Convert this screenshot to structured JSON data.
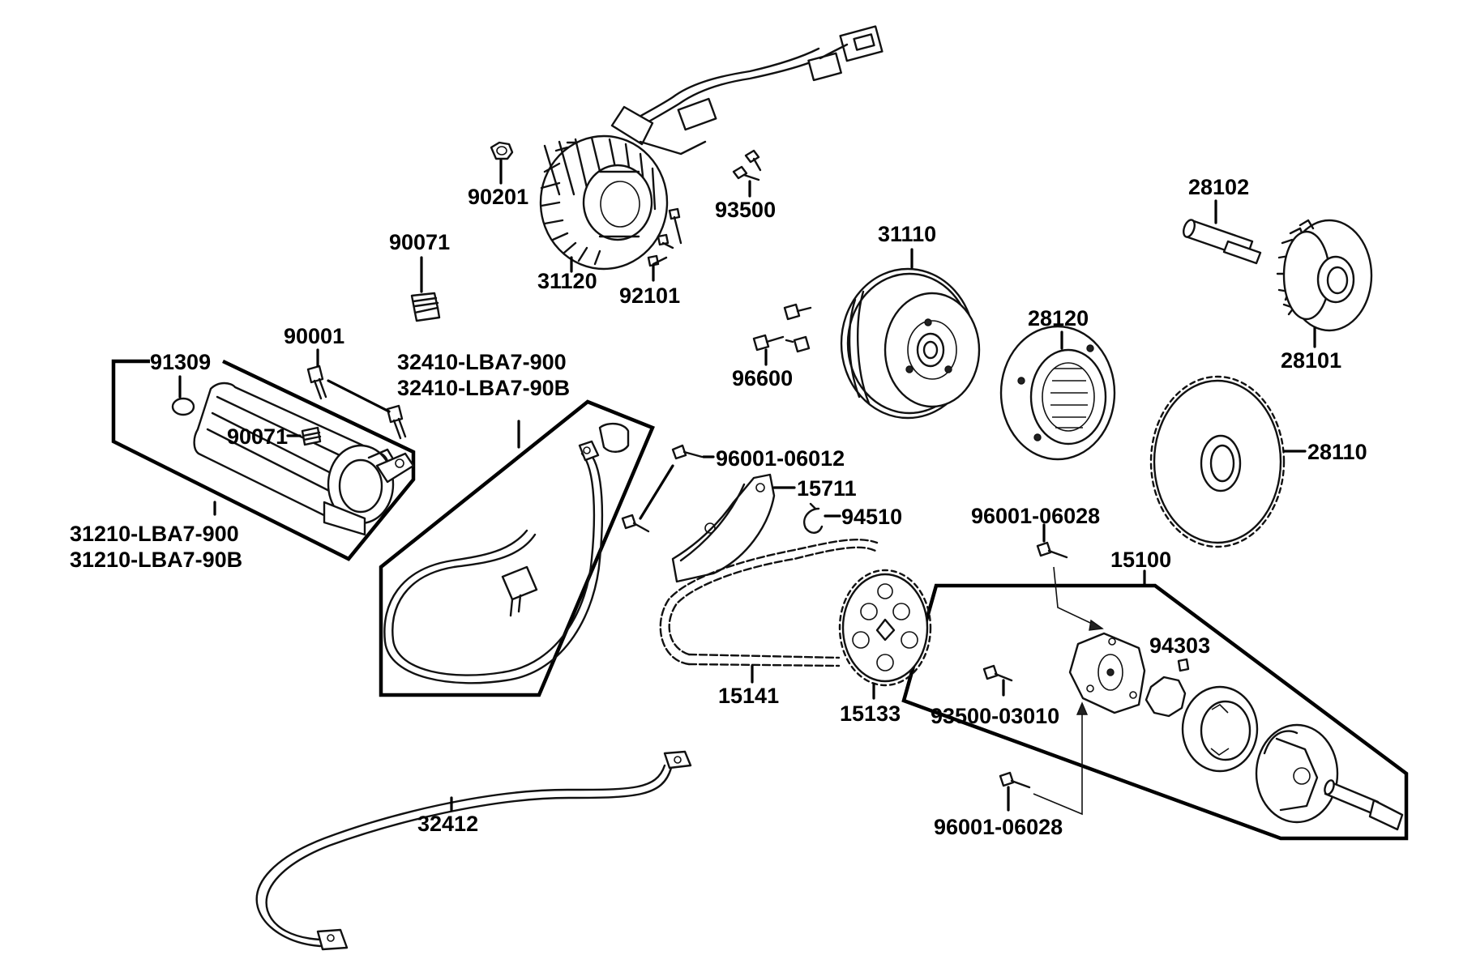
{
  "labels": {
    "p90201": "90201",
    "p93500": "93500",
    "p90071_top": "90071",
    "p31120": "31120",
    "p92101": "92101",
    "p31110": "31110",
    "p28102": "28102",
    "p28101": "28101",
    "p28120": "28120",
    "p96600": "96600",
    "p90001": "90001",
    "p91309": "91309",
    "p32410_a": "32410-LBA7-900",
    "p32410_b": "32410-LBA7-90B",
    "p90071_side": "90071",
    "p31210_a": "31210-LBA7-900",
    "p31210_b": "31210-LBA7-90B",
    "p96001_06012": "96001-06012",
    "p15711": "15711",
    "p94510": "94510",
    "p28110": "28110",
    "p96001_06028_top": "96001-06028",
    "p15100": "15100",
    "p94303": "94303",
    "p93500_03010": "93500-03010",
    "p15141": "15141",
    "p15133": "15133",
    "p32412": "32412",
    "p96001_06028_bottom": "96001-06028"
  }
}
